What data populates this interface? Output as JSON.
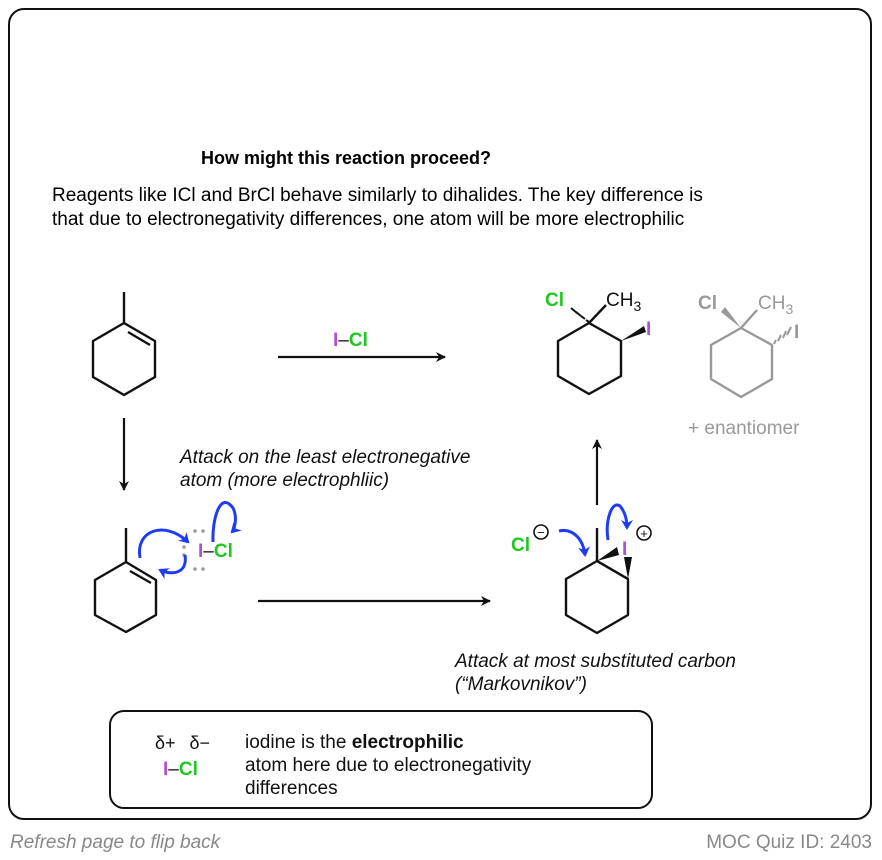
{
  "question": {
    "title": "How might this reaction proceed?",
    "line1": "Reagents like ICl and BrCl behave similarly to dihalides. The key difference is",
    "line2": "that due to electronegativity differences, one atom will be more electrophilic"
  },
  "reagent": {
    "i": "I",
    "dash": "–",
    "cl": "Cl"
  },
  "product": {
    "cl": "Cl",
    "ch": "CH",
    "sub3": "3",
    "i": "I"
  },
  "enantiomer": {
    "cl": "Cl",
    "ch": "CH",
    "sub3": "3",
    "i": "I",
    "label": "+ enantiomer"
  },
  "annotations": {
    "attack_least_1": "Attack on the least electronegative",
    "attack_least_2": "atom (more electrophliic)",
    "attack_most_1": "Attack at most substituted carbon",
    "attack_most_2": "(“Markovnikov”)"
  },
  "intermediate": {
    "cl": "Cl",
    "minus": "−",
    "i": "I",
    "plus": "+"
  },
  "complex": {
    "i": "I",
    "dash": "–",
    "cl": "Cl"
  },
  "note": {
    "delta_plus": "δ+",
    "delta_minus": "δ−",
    "i": "I",
    "dash": "–",
    "cl": "Cl",
    "text_pre": "iodine is the ",
    "text_bold": "electrophilic",
    "line2": "atom here due to electronegativity",
    "line3": "differences"
  },
  "footer": {
    "left": "Refresh page to flip back",
    "right": "MOC Quiz ID: 2403"
  },
  "colors": {
    "iodine": "#b04fd8",
    "chlorine": "#1ec81e",
    "arrow": "#1f3cf5",
    "gray": "#999999"
  }
}
